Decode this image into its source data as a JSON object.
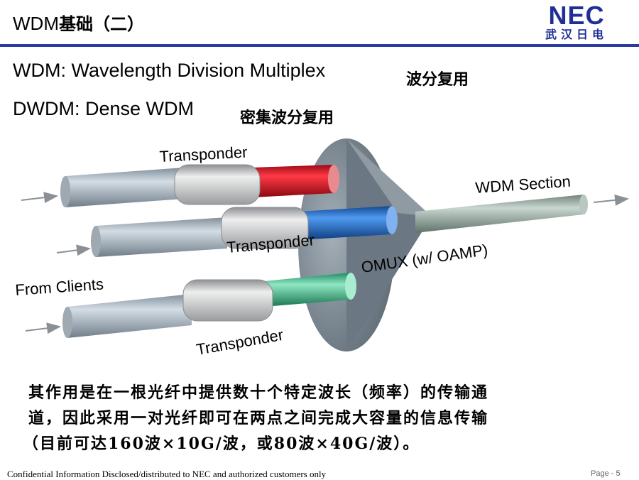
{
  "header": {
    "title_prefix": "WDM",
    "title_suffix": "基础（二）",
    "logo_text": "NEC",
    "logo_subtext": "武汉日电"
  },
  "definitions": [
    {
      "term": "WDM: Wavelength Division Multiplex",
      "chinese": "波分复用"
    },
    {
      "term": "DWDM: Dense WDM",
      "chinese": "密集波分复用"
    }
  ],
  "diagram": {
    "labels": {
      "transponder_top": "Transponder",
      "transponder_middle": "Transponder",
      "transponder_bottom": "Transponder",
      "wdm_section": "WDM Section",
      "omux": "OMUX (w/ OAMP)",
      "from_clients": "From Clients"
    },
    "colors": {
      "red_channel": "#e0101e",
      "blue_channel": "#1f6fd6",
      "green_channel": "#3cbf8c",
      "fiber": "#aab8c4",
      "output_fiber": "#9fb3ab",
      "cone": "#7d8a95"
    }
  },
  "description": {
    "line1": "其作用是在一根光纤中提供数十个特定波长（频率）的传输通",
    "line2": "道，因此采用一对光纤即可在两点之间完成大容量的信息传输",
    "line3": "（目前可达160波×10G/波，或80波×40G/波）。"
  },
  "footer": {
    "confidential": "Confidential Information  Disclosed/distributed to NEC and authorized customers only",
    "page": "Page - 5"
  }
}
